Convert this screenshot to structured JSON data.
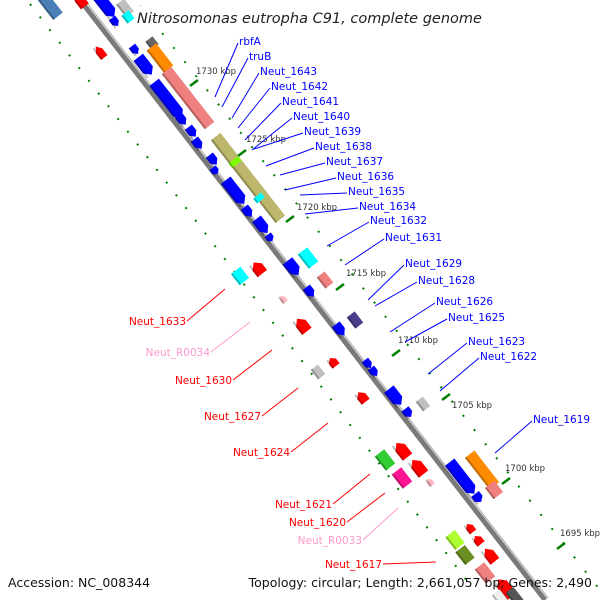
{
  "title": "Nitrosomonas eutropha C91, complete genome",
  "footer": {
    "accession": "Accession: NC_008344",
    "summary": "Topology: circular; Length: 2,661,057 bp; Genes: 2,490"
  },
  "colors": {
    "forward_label": "#0000ff",
    "reverse_label": "#ff0000",
    "rna_label": "#ff99cc",
    "backbone": "#808080",
    "ticks": "#008000"
  },
  "ticks": [
    "1730 kbp",
    "1725 kbp",
    "1720 kbp",
    "1715 kbp",
    "1710 kbp",
    "1705 kbp",
    "1700 kbp",
    "1695 kbp"
  ],
  "forward_labels": [
    "rbfA",
    "truB",
    "Neut_1643",
    "Neut_1642",
    "Neut_1641",
    "Neut_1640",
    "Neut_1639",
    "Neut_1638",
    "Neut_1637",
    "Neut_1636",
    "Neut_1635",
    "Neut_1634",
    "Neut_1632",
    "Neut_1631",
    "Neut_1629",
    "Neut_1628",
    "Neut_1626",
    "Neut_1625",
    "Neut_1623",
    "Neut_1622",
    "Neut_1619"
  ],
  "reverse_labels": [
    {
      "text": "Neut_1633",
      "kind": "gene"
    },
    {
      "text": "Neut_R0034",
      "kind": "rna"
    },
    {
      "text": "Neut_1630",
      "kind": "gene"
    },
    {
      "text": "Neut_1627",
      "kind": "gene"
    },
    {
      "text": "Neut_1624",
      "kind": "gene"
    },
    {
      "text": "Neut_1621",
      "kind": "gene"
    },
    {
      "text": "Neut_1620",
      "kind": "gene"
    },
    {
      "text": "Neut_R0033",
      "kind": "rna"
    },
    {
      "text": "Neut_1617",
      "kind": "gene"
    }
  ]
}
